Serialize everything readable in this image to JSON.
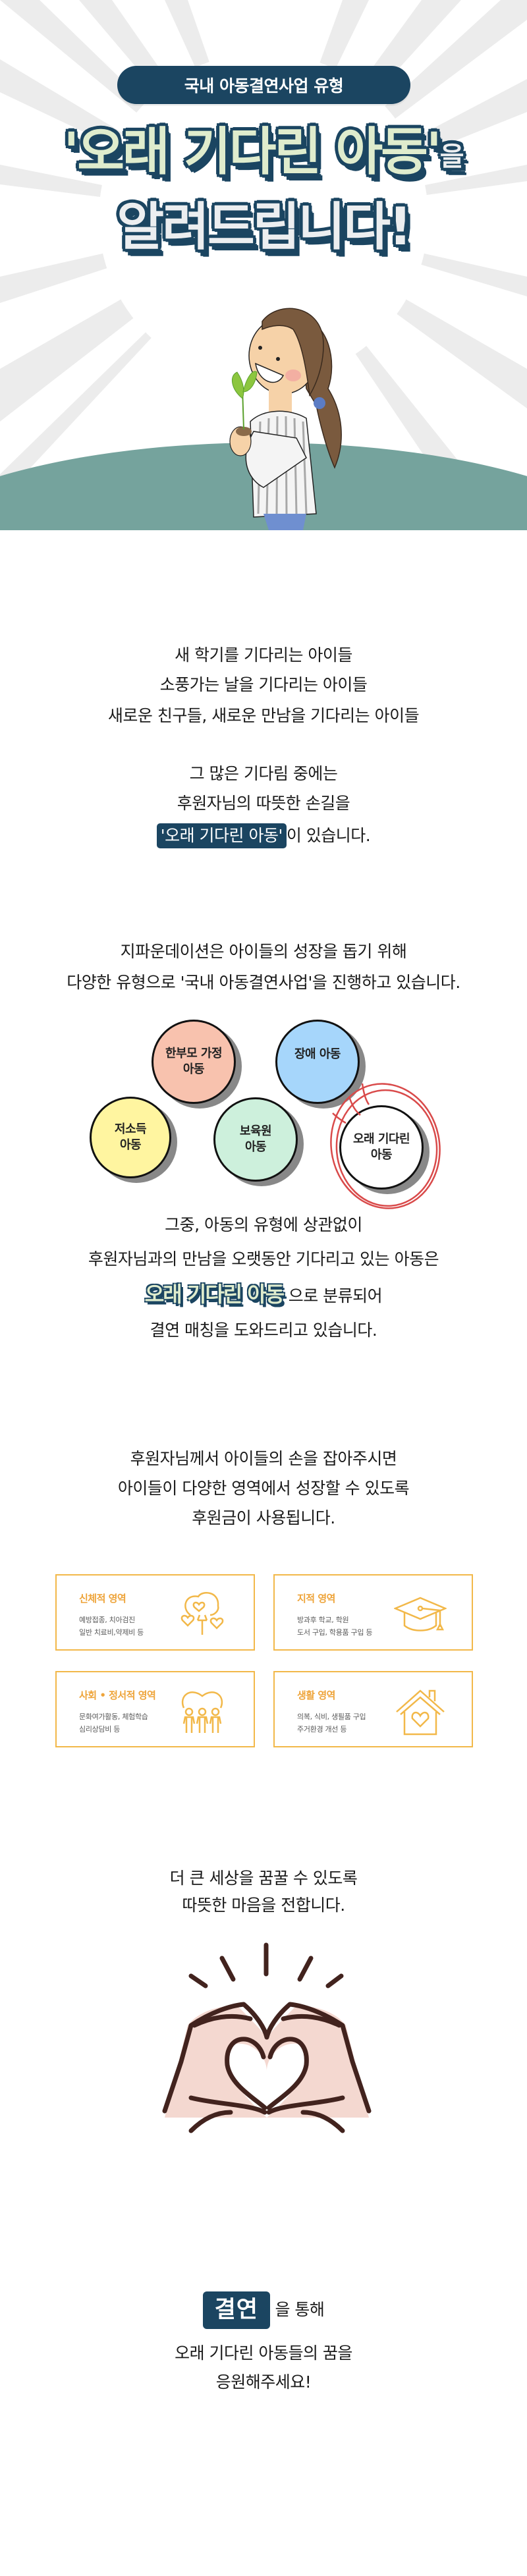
{
  "hero": {
    "pill_label": "국내 아동결연사업 유형",
    "title_line1_quoted": "'오래 기다린 아동'",
    "title_line1_suffix": "을",
    "title_line2": "알려드립니다!",
    "colors": {
      "navy": "#1b4561",
      "title_fill": "#dfeccd",
      "ground": "#75a39d"
    }
  },
  "intro": {
    "lines": [
      "새 학기를 기다리는 아이들",
      "소풍가는 날을 기다리는 아이들",
      "새로운 친구들, 새로운 만남을 기다리는 아이들"
    ],
    "lines2": [
      "그 많은 기다림 중에는",
      "후원자님의 따뜻한 손길을"
    ],
    "highlight": "'오래 기다린 아동'",
    "highlight_suffix": "이 있습니다."
  },
  "types": {
    "lines": [
      "지파운데이션은 아이들의 성장을 돕기 위해",
      "다양한 유형으로 '국내 아동결연사업'을 진행하고 있습니다."
    ],
    "circles": [
      {
        "label_l1": "저소득",
        "label_l2": "아동",
        "color": "#fff5a0"
      },
      {
        "label_l1": "한부모 가정",
        "label_l2": "아동",
        "color": "#f8c2ae"
      },
      {
        "label_l1": "보육원",
        "label_l2": "아동",
        "color": "#cdf0dc"
      },
      {
        "label_l1": "장애 아동",
        "label_l2": "",
        "color": "#a6d6fb"
      },
      {
        "label_l1": "오래 기다린",
        "label_l2": "아동",
        "color": "#ffffff"
      }
    ],
    "after_lines": [
      "그중, 아동의 유형에 상관없이",
      "후원자님과의 만남을 오랫동안 기다리고 있는 아동은"
    ],
    "after_highlight": "오래 기다린 아동",
    "after_highlight_suffix": "으로 분류되어",
    "after_last": "결연 매칭을 도와드리고 있습니다."
  },
  "usage": {
    "lines": [
      "후원자님께서 아이들의 손을 잡아주시면",
      "아이들이 다양한 영역에서 성장할 수 있도록",
      "후원금이 사용됩니다."
    ],
    "cards": [
      {
        "title": "신체적 영역",
        "desc_l1": "예방접종, 치아검진",
        "desc_l2": "일반 치료비,약제비 등",
        "icon": "tree-hearts-icon"
      },
      {
        "title": "지적 영역",
        "desc_l1": "방과후 학교, 학원",
        "desc_l2": "도서 구입, 학용품 구입 등",
        "icon": "graduation-cap-icon"
      },
      {
        "title": "사회 • 정서적 영역",
        "desc_l1": "문화여가활동, 체험학습",
        "desc_l2": "심리상담비 등",
        "icon": "people-heart-icon"
      },
      {
        "title": "생활 영역",
        "desc_l1": "의복, 식비, 생필품 구입",
        "desc_l2": "주거환경 개선 등",
        "icon": "house-heart-icon"
      }
    ],
    "accent": "#eea43a"
  },
  "heart": {
    "lines": [
      "더 큰 세상을 꿈꿀 수 있도록",
      "따뜻한 마음을 전합니다."
    ]
  },
  "closing": {
    "highlight": "결연",
    "highlight_suffix": "을 통해",
    "lines": [
      "오래 기다린 아동들의 꿈을",
      "응원해주세요!"
    ]
  }
}
